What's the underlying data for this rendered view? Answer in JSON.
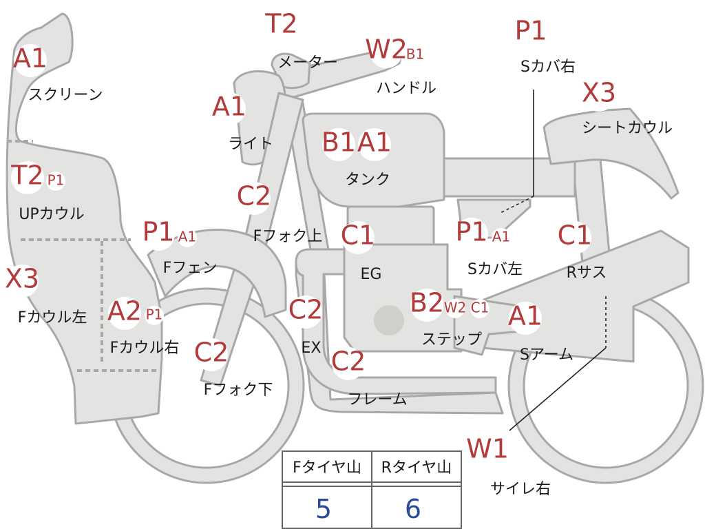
{
  "labels": {
    "screen": "スクリーン",
    "up_cowl": "UPカウル",
    "f_cowl_left": "Fカウル左",
    "f_cowl_right": "Fカウル右",
    "f_fender": "Fフェン",
    "light": "ライト",
    "meter": "メーター",
    "handle": "ハンドル",
    "tank": "タンク",
    "f_fork_upper": "Fフォク上",
    "f_fork_lower": "Fフォク下",
    "eg": "EG",
    "ex": "EX",
    "frame": "フレーム",
    "step": "ステップ",
    "s_cover_left": "Sカバ左",
    "s_cover_right": "Sカバ右",
    "seat_cowl": "シートカウル",
    "r_sus": "Rサス",
    "s_arm": "Sアーム",
    "silencer_right": "サイレ右"
  },
  "codes": {
    "screen": "A1",
    "up_cowl_1": "T2",
    "up_cowl_2": "P1",
    "f_cowl_left": "X3",
    "f_cowl_right_1": "A2",
    "f_cowl_right_2": "P1",
    "f_fender_1": "P1",
    "f_fender_2": "A1",
    "light": "A1",
    "meter": "T2",
    "handle_1": "W2",
    "handle_2": "B1",
    "tank_1": "B1",
    "tank_2": "A1",
    "f_fork_upper": "C2",
    "f_fork_lower": "C2",
    "eg": "C1",
    "ex": "C2",
    "frame": "C2",
    "step_1": "B2",
    "step_2": "W2",
    "step_3": "C1",
    "s_cover_left_1": "P1",
    "s_cover_left_2": "A1",
    "s_cover_right": "P1",
    "seat_cowl": "X3",
    "r_sus": "C1",
    "s_arm": "A1",
    "silencer_right": "W1"
  },
  "tire_table": {
    "headers": [
      "Fタイヤ山",
      "Rタイヤ山"
    ],
    "values": [
      "5",
      "6"
    ]
  },
  "colors": {
    "code": "#b23a3a",
    "part_fill": "#e3e3e1",
    "value": "#2a4a9a"
  }
}
